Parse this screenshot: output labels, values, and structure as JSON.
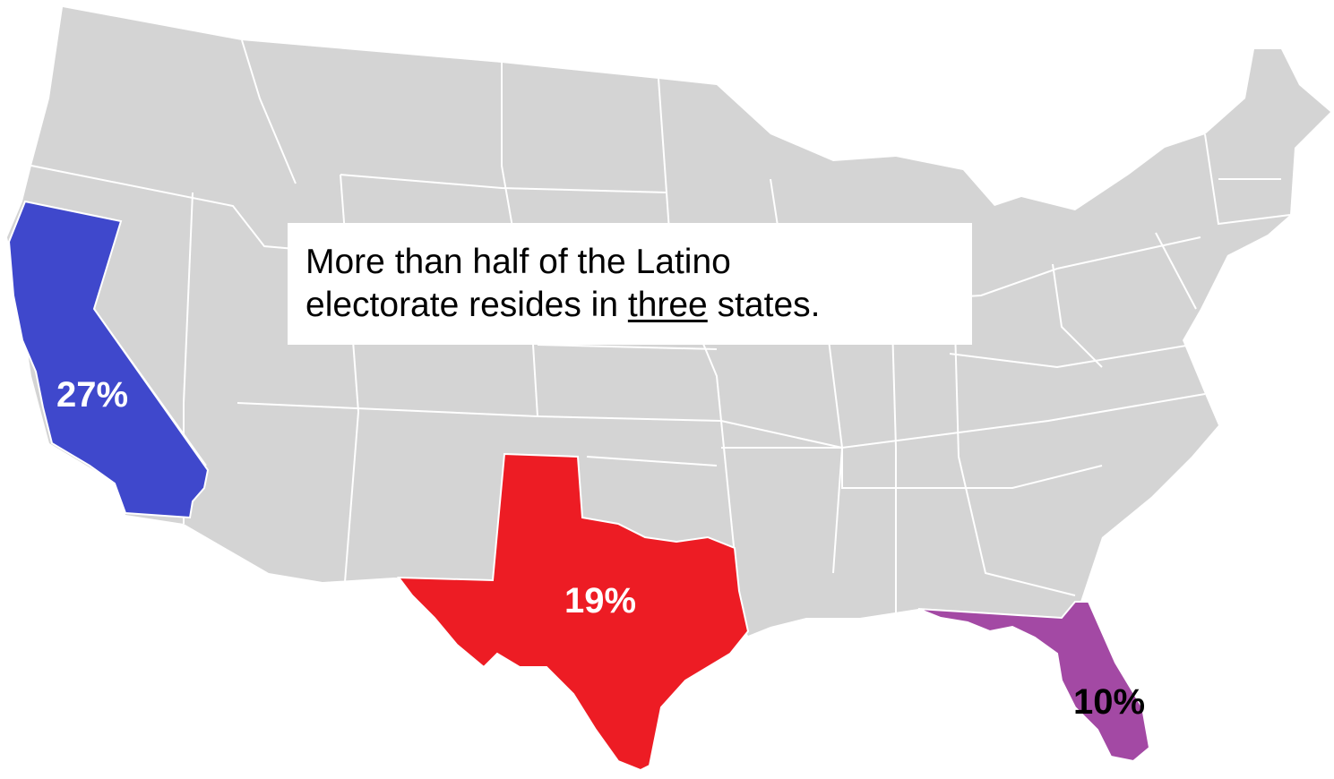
{
  "callout": {
    "line1": "More than half of the Latino",
    "line2_prefix": "electorate resides in ",
    "line2_emphasis": "three",
    "line2_suffix": " states."
  },
  "states": [
    {
      "id": "california",
      "label": "27%",
      "fill": "#3f48cc",
      "label_color": "#ffffff"
    },
    {
      "id": "texas",
      "label": "19%",
      "fill": "#ed1c24",
      "label_color": "#ffffff"
    },
    {
      "id": "florida",
      "label": "10%",
      "fill": "#a349a4",
      "label_color": "#000000"
    }
  ],
  "colors": {
    "base_land": "#d4d4d4",
    "state_border": "#ffffff",
    "background": "#ffffff"
  }
}
